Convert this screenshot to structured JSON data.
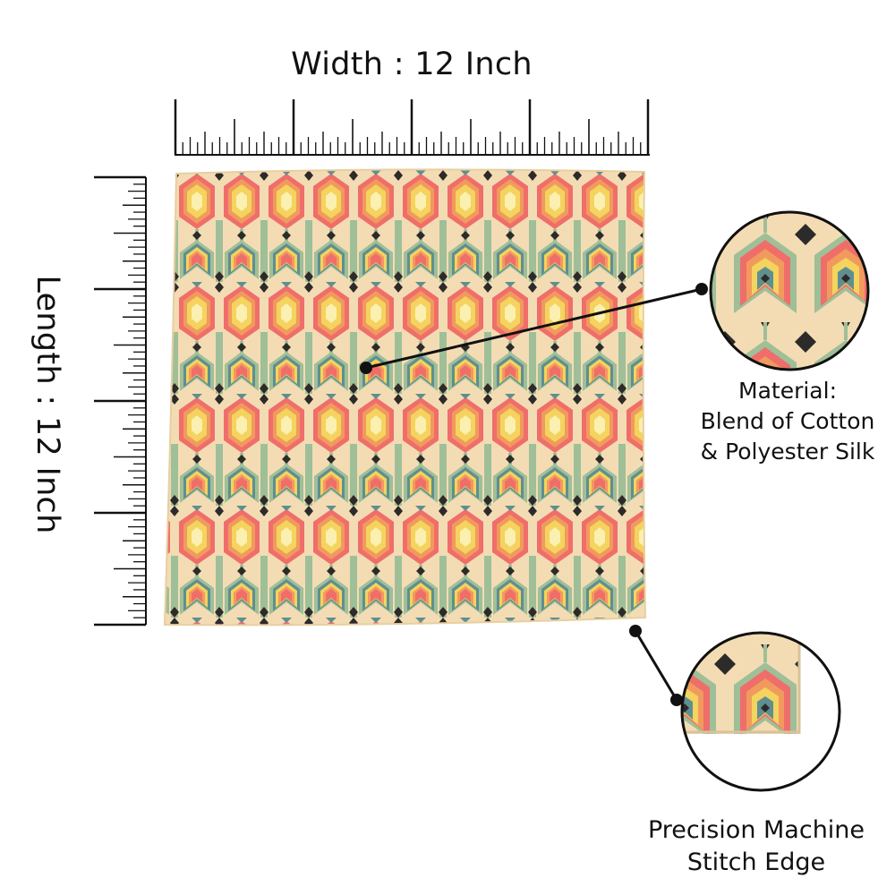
{
  "dimensions": {
    "width_label": "Width : 12 Inch",
    "length_label": "Length : 12 Inch"
  },
  "callouts": {
    "material": {
      "line1": "Material:",
      "line2": "Blend of Cotton",
      "line3": "& Polyester Silk"
    },
    "stitch": {
      "line1": "Precision Machine",
      "line2": "Stitch Edge"
    }
  },
  "colors": {
    "fabric_base": "#f3dcb4",
    "coral": "#ef6e6a",
    "orange": "#f19a5e",
    "yellow": "#f4d35e",
    "sage": "#9fbf98",
    "teal": "#5f8f91",
    "charcoal": "#2d2a2a"
  },
  "icons": {
    "horizontal_ruler": "ruler-horizontal-icon",
    "vertical_ruler": "ruler-vertical-icon"
  }
}
